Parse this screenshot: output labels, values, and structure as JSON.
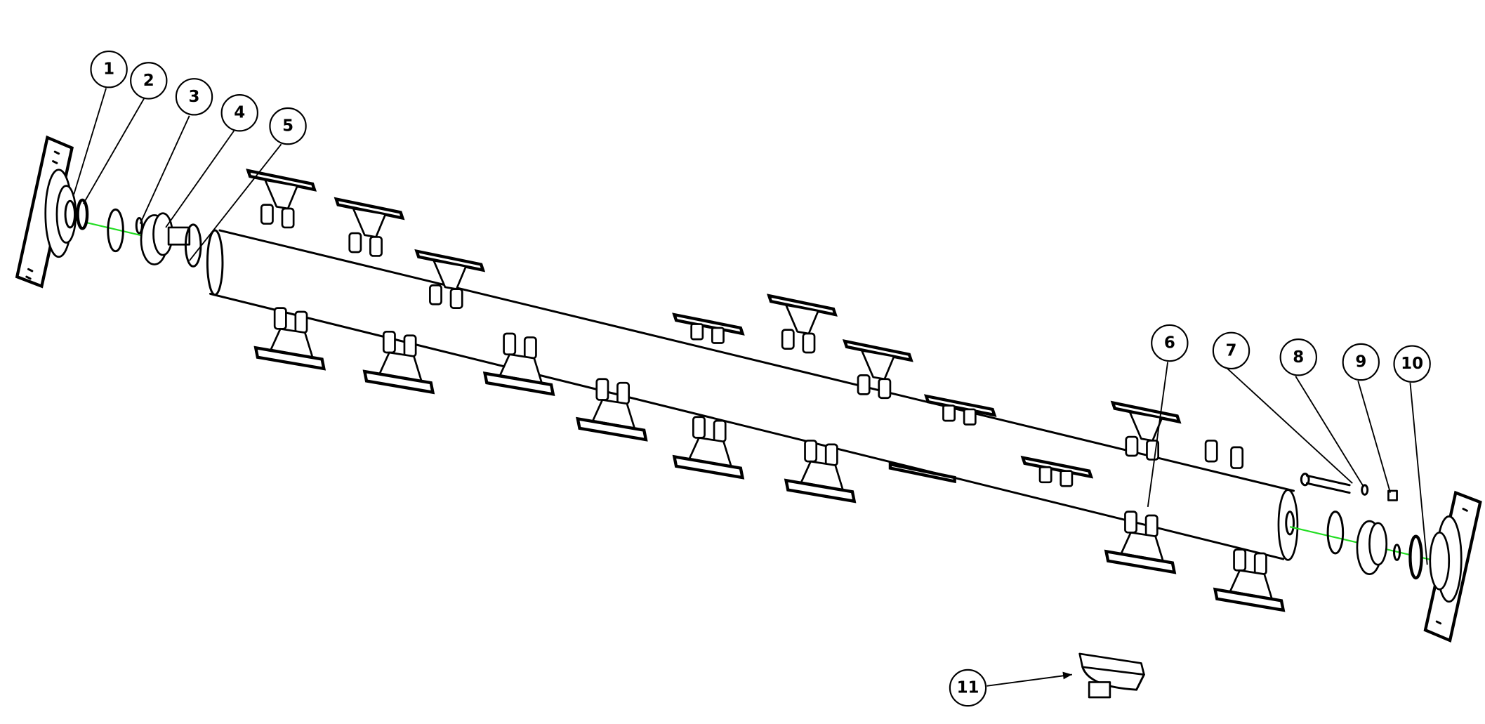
{
  "drawing": {
    "type": "exploded assembly view",
    "colors": {
      "line": "#000000",
      "axis": "#22dd22",
      "background": "#ffffff"
    },
    "balloons": [
      {
        "label": "1"
      },
      {
        "label": "2"
      },
      {
        "label": "3"
      },
      {
        "label": "4"
      },
      {
        "label": "5"
      },
      {
        "label": "6"
      },
      {
        "label": "7"
      },
      {
        "label": "8"
      },
      {
        "label": "9"
      },
      {
        "label": "10"
      },
      {
        "label": "11"
      }
    ]
  }
}
